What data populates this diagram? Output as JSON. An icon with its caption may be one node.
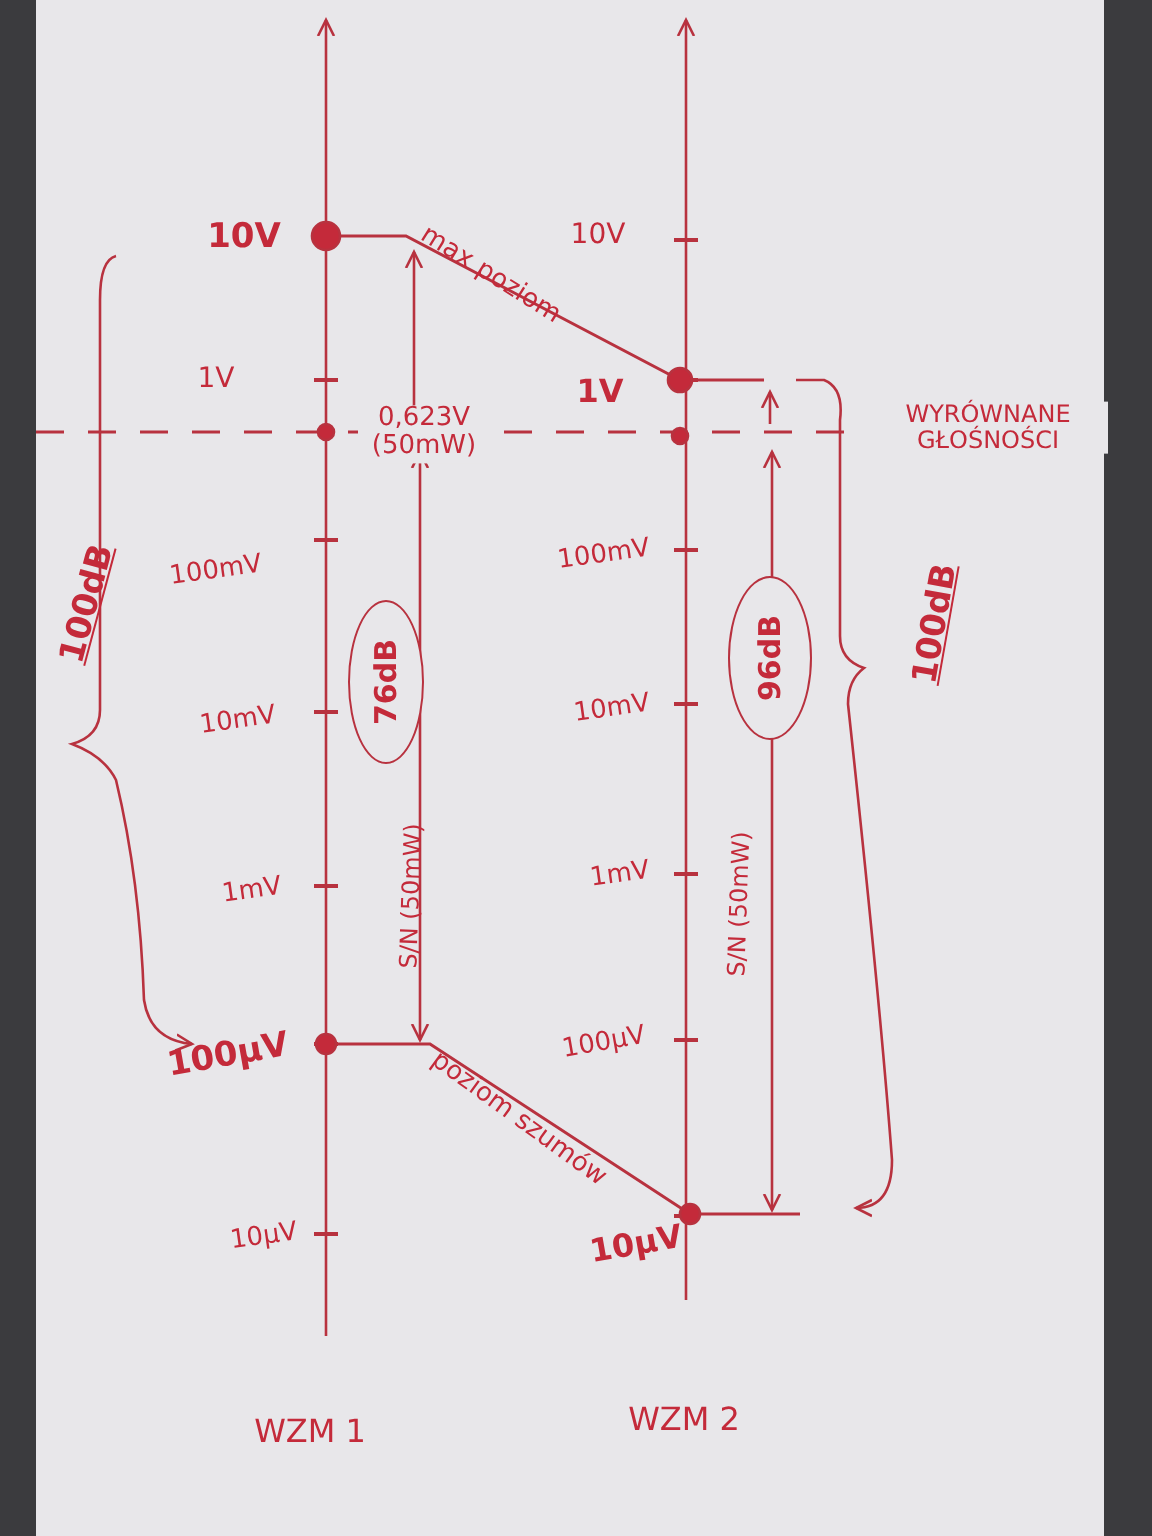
{
  "diagram": {
    "nodes": [
      {
        "text": [
          "76dB"
        ]
      },
      {
        "text": [
          "96dB"
        ]
      }
    ],
    "labels": [
      "10V",
      "max poziom",
      "10V",
      "1V",
      "0,623V (50mW)",
      "1V",
      "WYRÓWNANE GŁOŚNOŚCI",
      "100dB",
      "100mV",
      "100mV",
      "100dB",
      "10mV",
      "10mV",
      "S/N (50mW)",
      "S/N (50mW)",
      "1mV",
      "1mV",
      "100µV",
      "100µV",
      "poziom szumów",
      "10µV",
      "10µV",
      "WZM 1",
      "WZM 2"
    ]
  }
}
